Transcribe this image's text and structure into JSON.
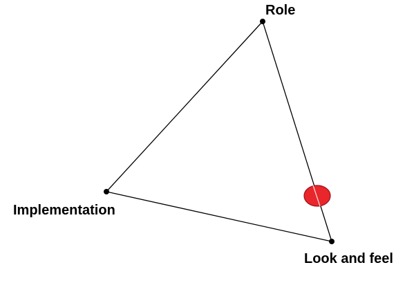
{
  "diagram": {
    "vertices": {
      "role": {
        "label": "Role"
      },
      "implementation": {
        "label": "Implementation"
      },
      "look_and_feel": {
        "label": "Look and feel"
      }
    },
    "marker": {
      "description_color": "#e8262b"
    },
    "colors": {
      "line": "#000000",
      "vertex": "#000000",
      "marker_fill": "#e8262b",
      "marker_stroke": "#a01015",
      "background": "#ffffff"
    }
  }
}
